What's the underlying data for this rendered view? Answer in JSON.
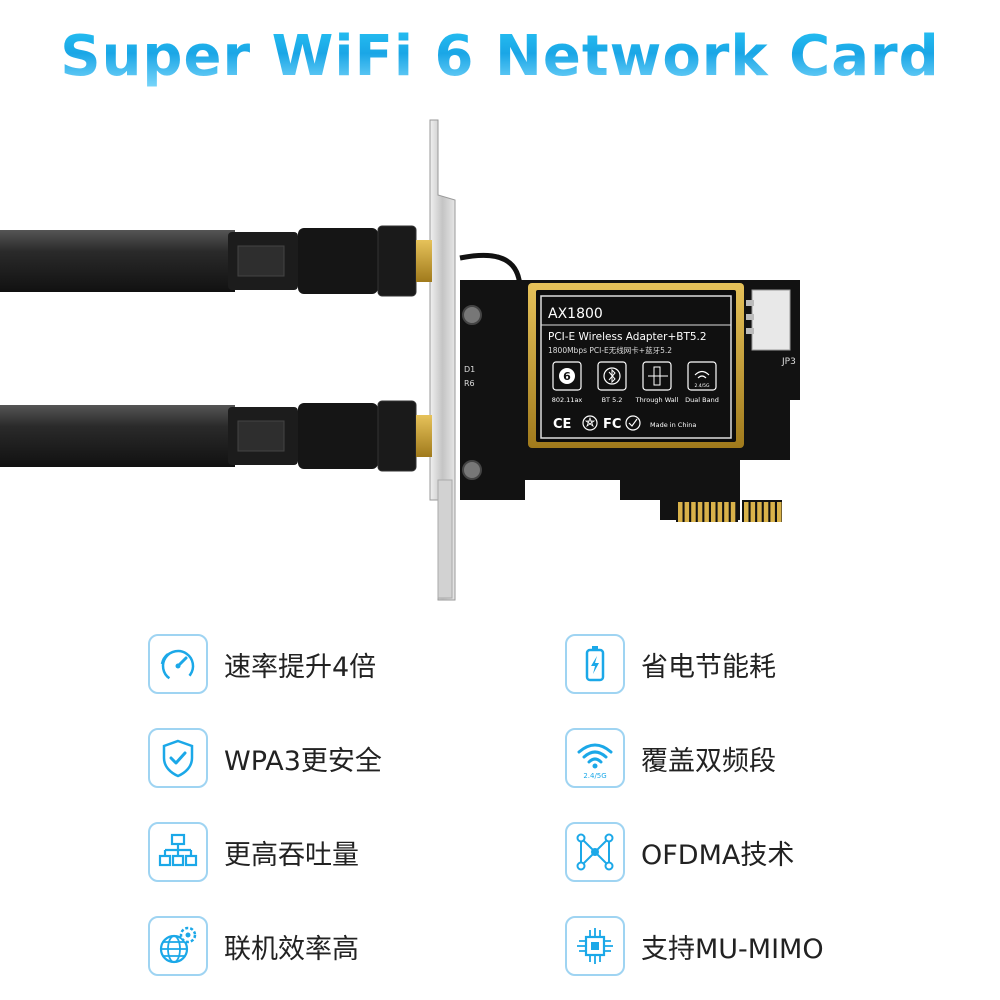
{
  "title": "Super WiFi 6 Network Card",
  "product": {
    "model": "AX1800",
    "name": "PCI-E Wireless Adapter+BT5.2",
    "subtitle": "1800Mbps PCI-E无线网卡+蓝牙5.2",
    "badges": [
      {
        "icon": "wifi6-icon",
        "label": "802.11ax"
      },
      {
        "icon": "bluetooth-icon",
        "label": "BT 5.2"
      },
      {
        "icon": "through-wall-icon",
        "label": "Through Wall"
      },
      {
        "icon": "dual-band-icon",
        "label": "Dual Band",
        "small": "2.4/5G"
      }
    ],
    "certifications": [
      "CE",
      "FC"
    ],
    "made_in": "Made in China",
    "board_labels": {
      "jp3": "JP3",
      "d1": "D1",
      "r6": "R6"
    },
    "colors": {
      "accent": "#1ba8e8",
      "board": "#141414",
      "gold": "#c9a23a",
      "bracket": "#c8c8c8"
    }
  },
  "features": [
    {
      "icon": "speedometer-icon",
      "label": "速率提升4倍"
    },
    {
      "icon": "battery-icon",
      "label": "省电节能耗"
    },
    {
      "icon": "shield-check-icon",
      "label": "WPA3更安全"
    },
    {
      "icon": "wifi-dual-band-icon",
      "label": "覆盖双频段",
      "icon_text": "2.4/5G"
    },
    {
      "icon": "network-hierarchy-icon",
      "label": "更高吞吐量"
    },
    {
      "icon": "ofdma-nodes-icon",
      "label": "OFDMA技术"
    },
    {
      "icon": "globe-gear-icon",
      "label": "联机效率高"
    },
    {
      "icon": "chip-icon",
      "label": "支持MU-MIMO"
    }
  ]
}
